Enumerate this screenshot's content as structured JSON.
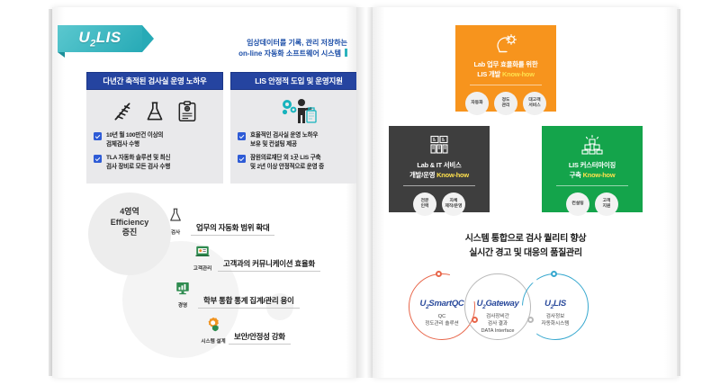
{
  "brand": {
    "logo_text": "U",
    "logo_sub": "2",
    "logo_text2": "LIS"
  },
  "left_page": {
    "header_tagline": [
      "임상데이터를 기록, 관리 저장하는",
      "on-line 자동화 소프트웨어 시스템"
    ],
    "cards": [
      {
        "title": "다년간 축적된 검사실 운영 노하우",
        "icons": [
          "dna-icon",
          "flask-icon",
          "clipboard-icon"
        ],
        "bullets": [
          [
            "10년 월 100만건 이상의",
            "검체검사 수행"
          ],
          [
            "TLA 자동화 솔루션 및 최신",
            "검사 장비로 모든  검사 수행"
          ]
        ]
      },
      {
        "title": "LIS 안정적 도입 및 운영지원",
        "icons": [
          "gears-person-icon"
        ],
        "bullets": [
          [
            "효율적인 검사실 운영 노하우",
            "보유 및 컨설팅 제공"
          ],
          [
            "잠원의료재단 외 1곳 LIS 구축",
            "및 2년 이상 안정적으로 운영 중"
          ]
        ]
      }
    ],
    "efficiency": {
      "title": [
        "4영역",
        "Efficiency",
        "증진"
      ],
      "rows": [
        {
          "icon": "flask-icon",
          "icon_label": "검사",
          "text": "업무의 자동화 범위 확대"
        },
        {
          "icon": "customer-card-icon",
          "icon_label": "고객관리",
          "text": "고객과의 커뮤니케이션 효율화"
        },
        {
          "icon": "monitor-chart-icon",
          "icon_label": "경영",
          "text": "학부 통합 통계 집계/관리 용이"
        },
        {
          "icon": "gear-shield-icon",
          "icon_label": "시스템 설계",
          "text": "보안/안정성 강화"
        }
      ]
    }
  },
  "right_page": {
    "knowhow_cards": [
      {
        "id": "orange",
        "icon": "lightbulb-head-icon",
        "title_lines": [
          "Lab 업무 효율화를 위한",
          "LIS 개발 "
        ],
        "keyword": "Know-how",
        "color": "#f7941d",
        "dots": [
          [
            "자동화"
          ],
          [
            "정도",
            "관리"
          ],
          [
            "대고객",
            "서비스"
          ]
        ]
      },
      {
        "id": "dark",
        "icon": "server-rack-icon",
        "title_lines": [
          "Lab & IT 서비스",
          "개발/운영 "
        ],
        "keyword": "Know-how",
        "color": "#3e3e3e",
        "dots": [
          [
            "전문",
            "인력"
          ],
          [
            "자체",
            "제작/운영"
          ]
        ]
      },
      {
        "id": "green",
        "icon": "blocks-stack-icon",
        "title_lines": [
          "LIS 커스터마이징",
          "구축 "
        ],
        "keyword": "Know-how",
        "color": "#14a44b",
        "dots": [
          [
            "컨설팅"
          ],
          [
            "고객",
            "지원"
          ]
        ]
      }
    ],
    "quality_heading": [
      "시스템 통합으로 검사 퀄리티 향상",
      "실시간 경고 및 대응의 품질관리"
    ],
    "rings": [
      {
        "name_a": "U",
        "name_sub": "2",
        "name_b": "SmartQC",
        "sub": [
          "QC",
          "정도관리 솔루션"
        ],
        "color": "#e8664a"
      },
      {
        "name_a": "U",
        "name_sub": "2",
        "name_b": "Gateway",
        "sub": [
          "검사장비간",
          "검사 결과",
          "DATA Interface"
        ],
        "color": "#b9b9b9"
      },
      {
        "name_a": "U",
        "name_sub": "2",
        "name_b": "LIS",
        "sub": [
          "검사정보",
          "자동화시스템"
        ],
        "color": "#37a8cf"
      }
    ]
  },
  "colors": {
    "brand_teal": "#27aab6",
    "header_blue": "#2544a0",
    "orange": "#f7941d",
    "dark": "#3e3e3e",
    "green": "#14a44b",
    "ring_red": "#e8664a",
    "ring_gray": "#b9b9b9",
    "ring_blue": "#37a8cf",
    "name_blue": "#2a4a9c"
  }
}
